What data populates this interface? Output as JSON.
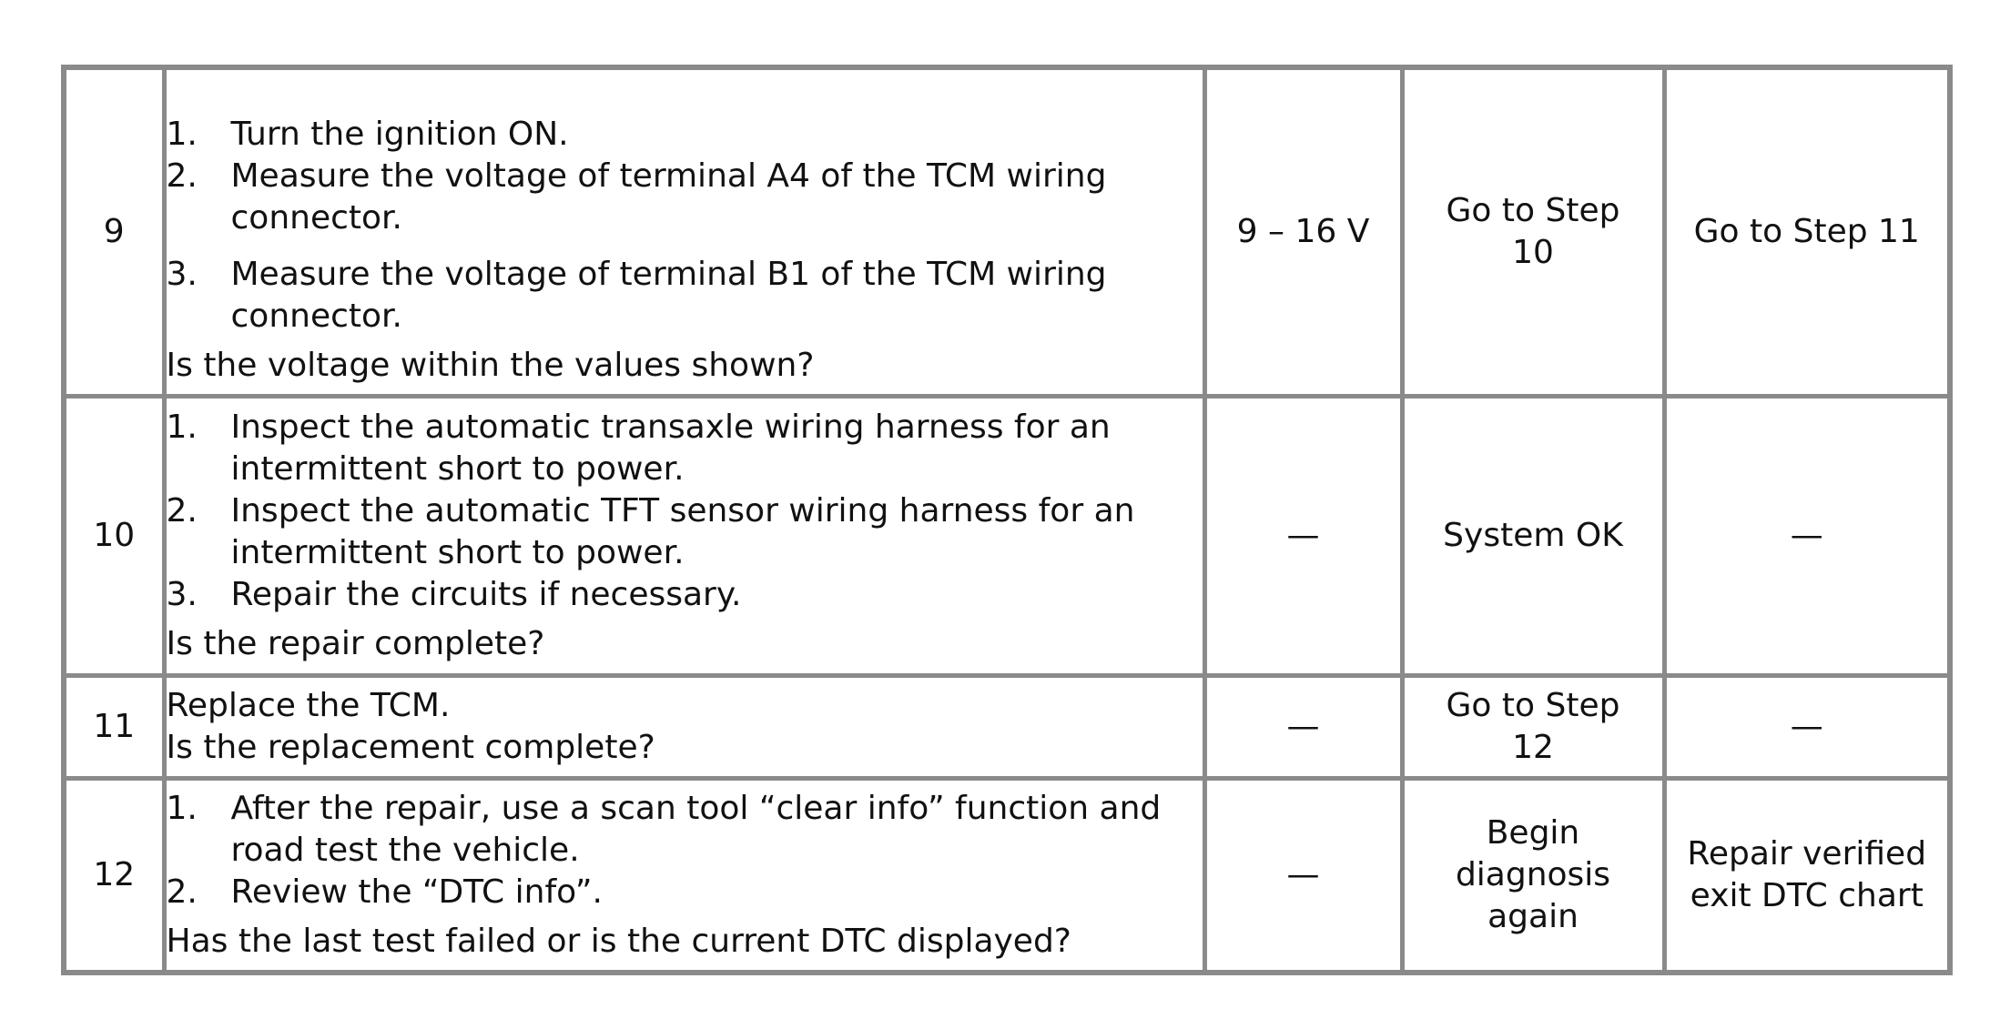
{
  "table": {
    "rows": [
      {
        "step": "9",
        "actions": [
          {
            "num": "1.",
            "text": "Turn the ignition ON."
          },
          {
            "num": "2.",
            "text": "Measure the voltage of terminal A4 of the TCM wiring connector."
          },
          {
            "num": "3.",
            "text": "Measure the voltage of terminal B1 of the TCM wiring connector."
          }
        ],
        "question": "Is the voltage within the values shown?",
        "value": "9 – 16 V",
        "yes": "Go to Step\n10",
        "no": "Go to Step 11"
      },
      {
        "step": "10",
        "actions": [
          {
            "num": "1.",
            "text": "Inspect the automatic transaxle wiring harness for an intermittent short to power."
          },
          {
            "num": "2.",
            "text": "Inspect the automatic TFT sensor wiring harness for an intermittent short to power."
          },
          {
            "num": "3.",
            "text": "Repair the circuits if necessary."
          }
        ],
        "question": "Is the repair complete?",
        "value": "—",
        "yes": "System OK",
        "no": "—"
      },
      {
        "step": "11",
        "line1": "Replace the TCM.",
        "question": "Is the replacement complete?",
        "value": "—",
        "yes": "Go to Step\n12",
        "no": "—"
      },
      {
        "step": "12",
        "actions": [
          {
            "num": "1.",
            "text": "After the repair, use a scan tool “clear info” function and road test the vehicle."
          },
          {
            "num": "2.",
            "text": "Review the “DTC info”."
          }
        ],
        "question": "Has the last test failed or is the current DTC displayed?",
        "value": "—",
        "yes": "Begin\ndiagnosis\nagain",
        "no": "Repair verified\nexit DTC chart"
      }
    ]
  }
}
